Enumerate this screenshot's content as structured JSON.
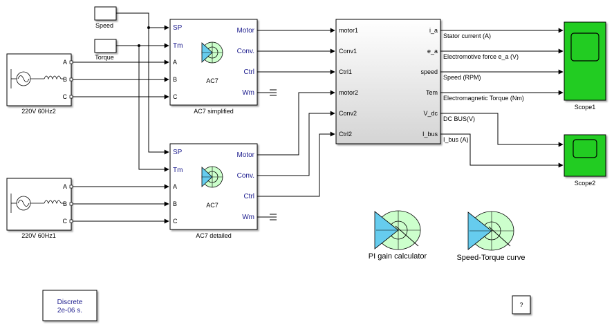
{
  "blocks": {
    "speed_const": {
      "label": "Speed"
    },
    "torque_const": {
      "label": "Torque"
    },
    "source_top": {
      "label": "220V 60Hz2",
      "ports": [
        "A",
        "B",
        "C"
      ]
    },
    "source_bottom": {
      "label": "220V 60Hz1",
      "ports": [
        "A",
        "B",
        "C"
      ]
    },
    "ac7_simplified": {
      "title": "AC7",
      "label": "AC7 simplified",
      "inputs": [
        "SP",
        "Tm",
        "A",
        "B",
        "C"
      ],
      "outputs": [
        "Motor",
        "Conv.",
        "Ctrl",
        "Wm"
      ]
    },
    "ac7_detailed": {
      "title": "AC7",
      "label": "AC7 detailed",
      "inputs": [
        "SP",
        "Tm",
        "A",
        "B",
        "C"
      ],
      "outputs": [
        "Motor",
        "Conv.",
        "Ctrl",
        "Wm"
      ]
    },
    "measure": {
      "inputs": [
        "motor1",
        "Conv1",
        "Ctrl1",
        "motor2",
        "Conv2",
        "Ctrl2"
      ],
      "outputs": [
        "i_a",
        "e_a",
        "speed",
        "Tem",
        "V_dc",
        "I_bus"
      ]
    },
    "scope1": {
      "label": "Scope1"
    },
    "scope2": {
      "label": "Scope2"
    },
    "pi_gain": {
      "label": "PI gain calculator"
    },
    "speed_torque": {
      "label": "Speed-Torque curve"
    },
    "powergui": {
      "line1": "Discrete",
      "line2": "2e-06 s."
    },
    "help": {
      "label": "?"
    }
  },
  "signals": {
    "stator": "Stator current (A)",
    "emf": "Electromotive force e_a (V)",
    "speed": "Speed (RPM)",
    "torque": "Electromagnetic Torque (Nm)",
    "dcbus": "DC BUS(V)",
    "ibus": "I_bus (A)"
  },
  "colors": {
    "scope": "#22cc22",
    "port_text": "#1a1a8c",
    "icon_blue": "#66ccee",
    "icon_green": "#ccffcc"
  }
}
